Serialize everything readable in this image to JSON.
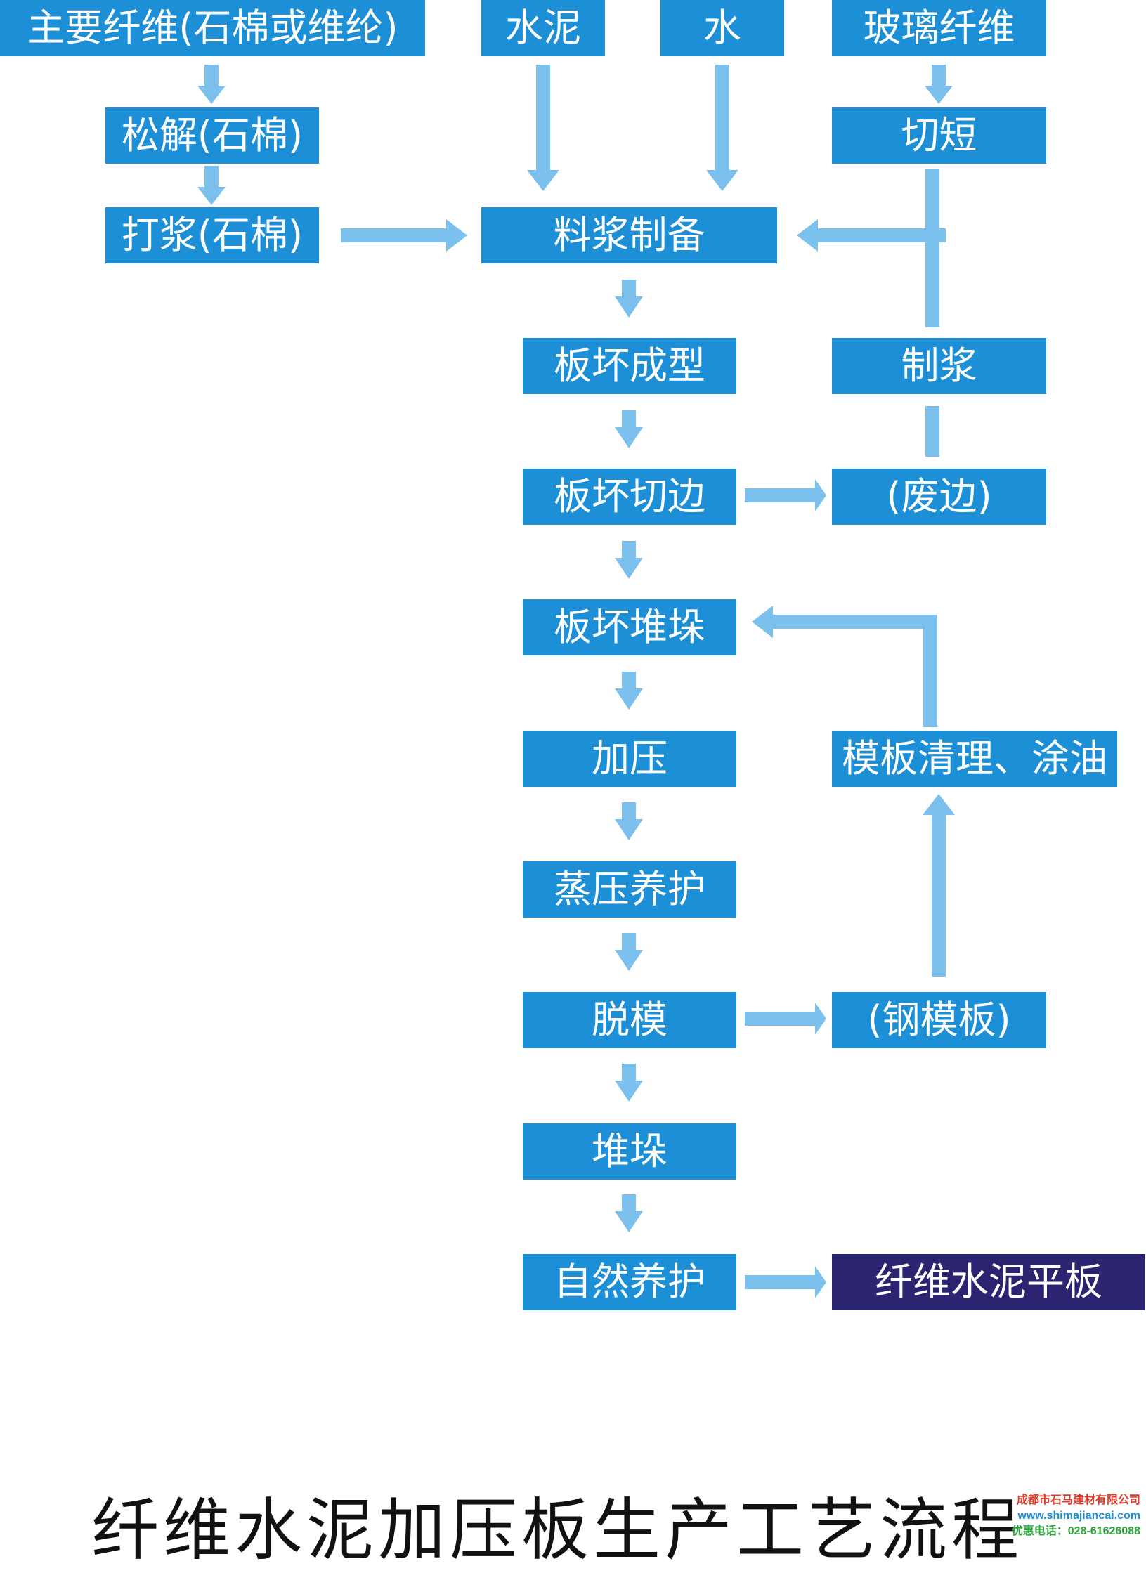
{
  "colors": {
    "node_fill": "#1c8fd6",
    "final_fill": "#2b2470",
    "arrow": "#7cc0ee",
    "node_text": "#ffffff"
  },
  "nodes": {
    "main_fiber": "主要纤维(石棉或维纶)",
    "cement": "水泥",
    "water": "水",
    "glass_fiber": "玻璃纤维",
    "loosen": "松解(石棉)",
    "cut_short": "切短",
    "pulp": "打浆(石棉)",
    "slurry_prep": "料浆制备",
    "slab_forming": "板坏成型",
    "make_slurry": "制浆",
    "slab_edge_cut": "板坏切边",
    "waste_edge": "(废边)",
    "slab_stack": "板坏堆垛",
    "press": "加压",
    "template_clean": "模板清理、涂油",
    "steam_cure": "蒸压养护",
    "demold": "脱模",
    "steel_template": "(钢模板)",
    "stack": "堆垛",
    "natural_cure": "自然养护",
    "product": "纤维水泥平板"
  },
  "title": "纤维水泥加压板生产工艺流程",
  "watermark": {
    "company": "成都市石马建材有限公司",
    "url": "www.shimajiancai.com",
    "phone": "优惠电话：028-61626088"
  }
}
